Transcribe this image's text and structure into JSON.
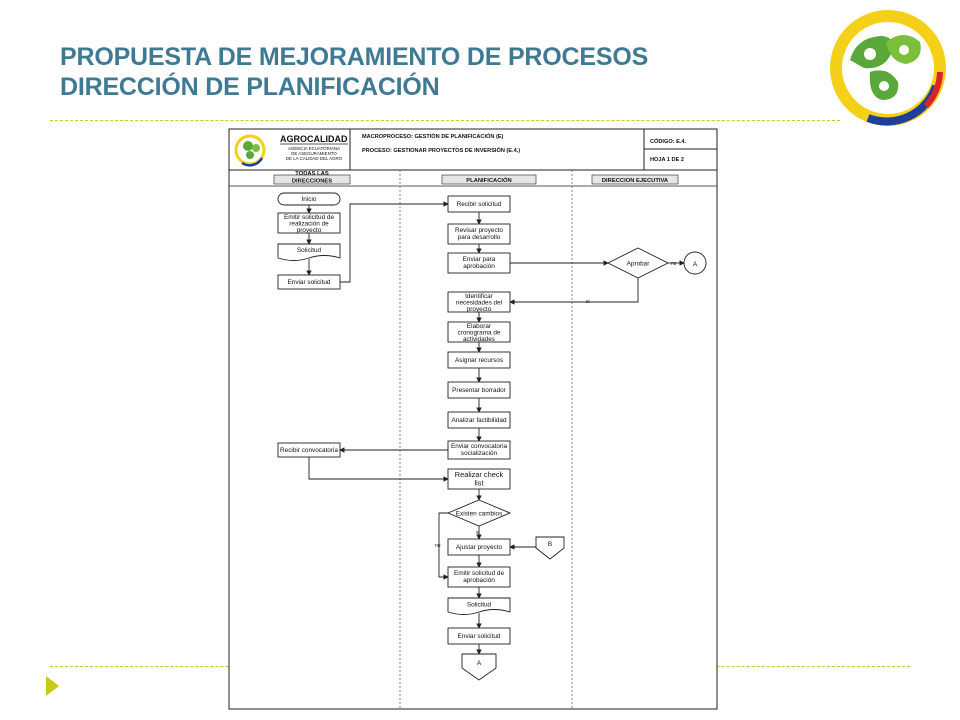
{
  "slide": {
    "title_line1": "PROPUESTA DE MEJORAMIENTO DE PROCESOS",
    "title_line2": "DIRECCIÓN DE PLANIFICACIÓN"
  },
  "colors": {
    "title": "#3e7a93",
    "rule": "#c8c62a",
    "logo_yellow": "#f4d118",
    "logo_blue": "#1f3f9a",
    "logo_red": "#d8232a",
    "logo_green": "#5aa83a"
  },
  "diagram": {
    "header": {
      "org_name": "AGROCALIDAD",
      "org_sub_1": "AGENCIA ECUATORIANA",
      "org_sub_2": "DE ASEGURAMIENTO",
      "org_sub_3": "DE LA CALIDAD DEL AGRO",
      "macroproceso": "MACROPROCESO: GESTIÓN DE PLANIFICACIÓN (E)",
      "proceso": "PROCESO: GESTIONAR PROYECTOS DE INVERSIÓN (E.4.)",
      "codigo": "CÓDIGO: E.4.",
      "hoja": "HOJA  1 DE 2"
    },
    "lanes": {
      "lane1_line1": "TODAS LAS",
      "lane1_line2": "DIRECCIONES",
      "lane2": "PLANIFICACIÓN",
      "lane3": "DIRECCION EJECUTIVA"
    },
    "nodes": {
      "inicio": "Inicio",
      "emitir_solicitud_1": "Emitir solicitud de",
      "emitir_solicitud_2": "realización de",
      "emitir_solicitud_3": "proyecto",
      "solicitud_doc_1": "Solicitud",
      "enviar_solicitud_1": "Enviar solicitud",
      "recibir_convocatoria": "Recibir convocatoria",
      "recibir_solicitud": "Recibir solicitud",
      "revisar_1": "Revisar proyecto",
      "revisar_2": "para desarrollo",
      "enviar_aprobacion_1": "Enviar para",
      "enviar_aprobacion_2": "aprobación",
      "identificar_1": "Identificar",
      "identificar_2": "necesidades del",
      "identificar_3": "proyecto",
      "elaborar_1": "Elaborar",
      "elaborar_2": "cronograma de",
      "elaborar_3": "actividades",
      "asignar": "Asignar recursos",
      "presentar": "Presentar borrador",
      "analizar": "Analizar factibilidad",
      "enviar_conv_1": "Enviar convocatoria",
      "enviar_conv_2": "socialización",
      "checklist_1": "Realizar check",
      "checklist_2": "list",
      "existen_cambios": "Existen cambios",
      "ajustar": "Ajustar proyecto",
      "emitir_aprob_1": "Emitir solicitud de",
      "emitir_aprob_2": "aprobación",
      "solicitud_doc_2": "Solicitud",
      "enviar_solicitud_2": "Enviar solicitud",
      "connector_a_bottom": "A",
      "connector_b": "B",
      "aprobar": "Aprobar",
      "connector_a_right": "A"
    },
    "labels": {
      "no_1": "no",
      "si_1": "si",
      "si_2": "si",
      "no_2": "no"
    }
  }
}
